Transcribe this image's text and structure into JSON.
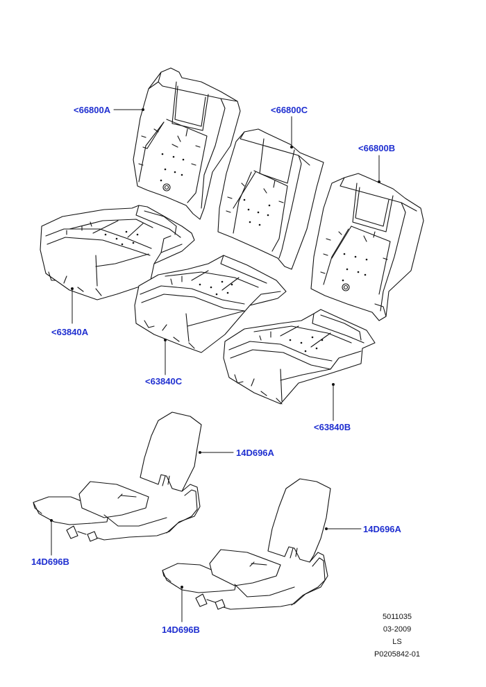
{
  "callouts": {
    "backrest_a": "<66800A",
    "backrest_c": "<66800C",
    "backrest_b": "<66800B",
    "cushion_a": "<63840A",
    "cushion_c": "<63840C",
    "cushion_b": "<63840B",
    "heater_back_1": "14D696A",
    "heater_cushion_1": "14D696B",
    "heater_back_2": "14D696A",
    "heater_cushion_2": "14D696B"
  },
  "footer": {
    "code": "5011035",
    "date": "03-2009",
    "suffix": "LS",
    "ref": "P0205842-01"
  },
  "colors": {
    "callout": "#1f2fd0",
    "line": "#111111"
  }
}
